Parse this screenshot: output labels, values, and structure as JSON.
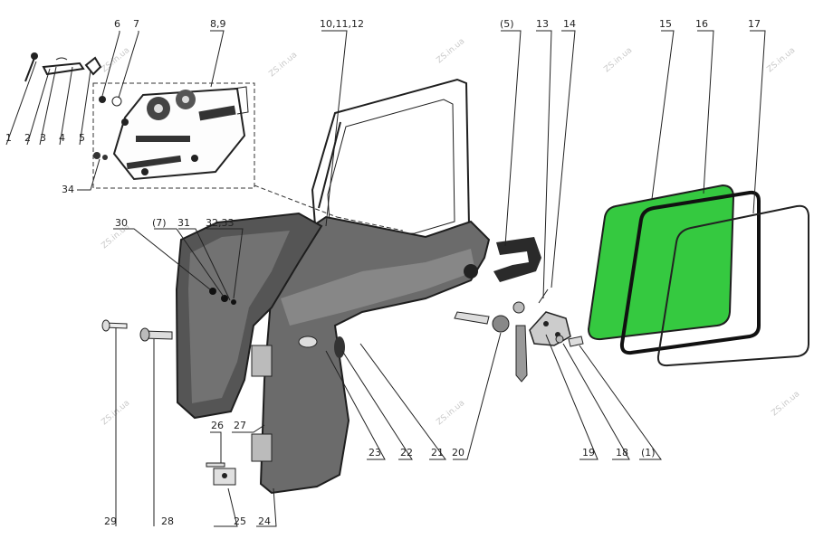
{
  "watermark": "ZS.in.ua",
  "colors": {
    "glass": "#35c940",
    "ink": "#1e1e1e"
  },
  "callouts": [
    {
      "id": "c1",
      "text": "1"
    },
    {
      "id": "c2",
      "text": "2"
    },
    {
      "id": "c3",
      "text": "3"
    },
    {
      "id": "c4",
      "text": "4"
    },
    {
      "id": "c5",
      "text": "5"
    },
    {
      "id": "c6",
      "text": "6"
    },
    {
      "id": "c7",
      "text": "7"
    },
    {
      "id": "c89",
      "text": "8,9"
    },
    {
      "id": "c101112",
      "text": "10,11,12"
    },
    {
      "id": "c5p",
      "text": "(5)"
    },
    {
      "id": "c13",
      "text": "13"
    },
    {
      "id": "c14",
      "text": "14"
    },
    {
      "id": "c15",
      "text": "15"
    },
    {
      "id": "c16",
      "text": "16"
    },
    {
      "id": "c17",
      "text": "17"
    },
    {
      "id": "c34",
      "text": "34"
    },
    {
      "id": "c30",
      "text": "30"
    },
    {
      "id": "c7p",
      "text": "(7)"
    },
    {
      "id": "c31",
      "text": "31"
    },
    {
      "id": "c3233",
      "text": "32,33"
    },
    {
      "id": "c29",
      "text": "29"
    },
    {
      "id": "c28",
      "text": "28"
    },
    {
      "id": "c26",
      "text": "26"
    },
    {
      "id": "c27",
      "text": "27"
    },
    {
      "id": "c25",
      "text": "25"
    },
    {
      "id": "c24",
      "text": "24"
    },
    {
      "id": "c23",
      "text": "23"
    },
    {
      "id": "c22",
      "text": "22"
    },
    {
      "id": "c21",
      "text": "21"
    },
    {
      "id": "c20",
      "text": "20"
    },
    {
      "id": "c19",
      "text": "19"
    },
    {
      "id": "c18",
      "text": "18"
    },
    {
      "id": "c1p",
      "text": "(1)"
    }
  ]
}
